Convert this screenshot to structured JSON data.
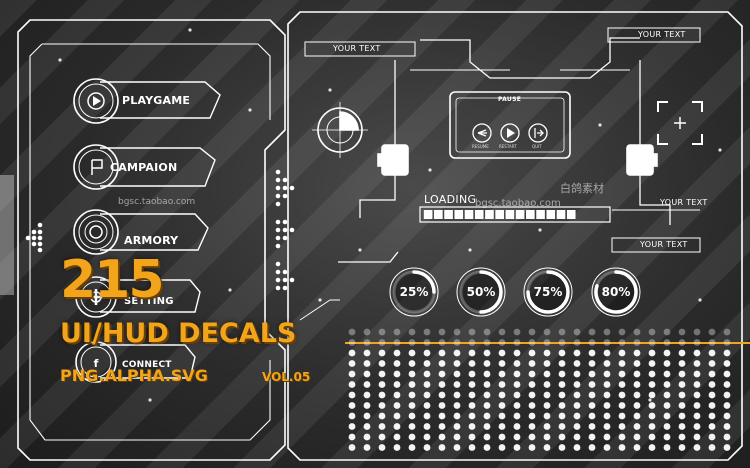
{
  "menu": {
    "items": [
      {
        "label": "PLAYGAME",
        "icon": "play-icon"
      },
      {
        "label": "CAMPAION",
        "icon": "flag-icon"
      },
      {
        "label": "ARMORY",
        "icon": "target-icon"
      },
      {
        "label": "SETTING",
        "icon": "gear-icon"
      },
      {
        "label": "CONNECT",
        "icon": "facebook-icon"
      }
    ]
  },
  "hud": {
    "your_text_1": "YOUR TEXT",
    "your_text_2": "YOUR TEXT",
    "your_text_3": "YOUR TEXT",
    "your_text_4": "YOUR TEXT",
    "pause_title": "PAUSE",
    "pause_buttons": [
      "RESUME",
      "RESTART",
      "QUIT"
    ],
    "loading_label": "LOADING",
    "loading_progress": 0.85,
    "progress_circles": [
      {
        "label": "25%",
        "value": 0.25
      },
      {
        "label": "50%",
        "value": 0.5
      },
      {
        "label": "75%",
        "value": 0.75
      },
      {
        "label": "80%",
        "value": 0.8
      }
    ]
  },
  "title": {
    "count": "215",
    "main": "UI/HUD DECALS",
    "formats": "PNG.ALPHA.SVG",
    "volume": "VOL.05"
  },
  "watermarks": {
    "cn": "白鸽素材",
    "url": "bgsc.taobao.com"
  },
  "colors": {
    "accent": "#f2a41a",
    "line": "#ffffff"
  }
}
